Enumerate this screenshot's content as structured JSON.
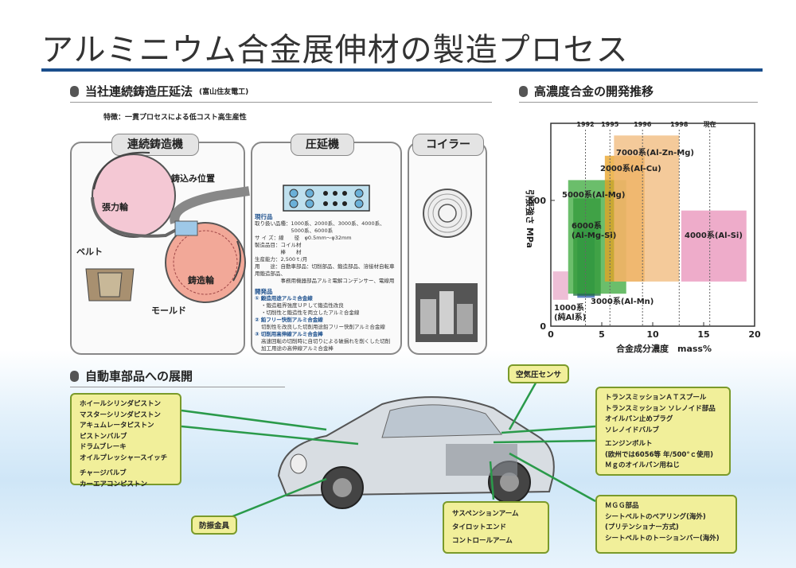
{
  "title": "アルミニウム合金展伸材の製造プロセス",
  "left_section": {
    "heading": "当社連続鋳造圧延法",
    "heading_note": "(富山住友電工)",
    "feature": "特徴：一貫プロセスによる低コスト高生産性",
    "panel_caster": "連続鋳造機",
    "panel_rolling": "圧延機",
    "panel_coiler": "コイラー",
    "label_pour": "鋳込み位置",
    "label_tension": "張力輪",
    "label_belt": "ベルト",
    "label_wheel": "鋳造輪",
    "label_mold": "モールド",
    "products_title": "現行品",
    "products_lines": [
      "取り扱い品種：1000系、2000系、3000系、4000系、",
      "　　　　　　　5000系、6000系",
      "サ イ ズ：線　　径　φ0.5mm～φ32mm",
      "製造品目：コイル材",
      "　　　　　棒　　材",
      "生産能力：2,500ｔ/月",
      "用　　途：自動車部品：切削部品、鍛造部品、溶接材自転車用鍛造部品、",
      "　　　　　事務用機器部品アルミ電解コンデンサー、電線用"
    ],
    "dev_title": "開発品",
    "dev_items": [
      {
        "head": "① 鍛造用途アルミ合金線",
        "lines": [
          "・鍛造粗界強度ＵＰして鍛造性改良",
          "・切削性と鍛造性を両立したアルミ合金線"
        ]
      },
      {
        "head": "② 鉛フリー快削アルミ合金線",
        "lines": [
          "切削性を改良した切削用途鉛フリー快削アルミ合金線"
        ]
      },
      {
        "head": "③ 切削用高伸線アルミ合金棒",
        "lines": [
          "高速回転の切削時に自切りによる破損れを削くした切削",
          "加工用途の高伸線アルミ合金棒"
        ]
      }
    ]
  },
  "right_section": {
    "heading": "高濃度合金の開発推移"
  },
  "chart_data": {
    "type": "area",
    "title": "",
    "xlabel": "合金成分濃度　mass%",
    "ylabel": "引張強さ MPa",
    "xlim": [
      0,
      20
    ],
    "x_ticks": [
      "0",
      "5",
      "10",
      "15",
      "20"
    ],
    "y_ticks": [
      "0",
      "500"
    ],
    "year_markers": [
      "1992",
      "1995",
      "1996",
      "1998",
      "現在"
    ],
    "series": [
      {
        "name": "1000系\n(純Al系)",
        "color": "#e8a8c8"
      },
      {
        "name": "3000系(Al-Mn)",
        "color": "#2a5aa8"
      },
      {
        "name": "6000系\n(Al-Mg-Si)",
        "color": "#1a6a3a"
      },
      {
        "name": "5000系(Al-Mg)",
        "color": "#3aa83a"
      },
      {
        "name": "2000系(Al-Cu)",
        "color": "#e8a020"
      },
      {
        "name": "7000系(Al-Zn-Mg)",
        "color": "#f0b878"
      },
      {
        "name": "4000系(Al-Si)",
        "color": "#e890b8"
      }
    ]
  },
  "lower": {
    "heading": "自動車部品への展開",
    "sensor": "空気圧センサ",
    "anti_vib": "防振金具",
    "left_box": [
      "ホイールシリンダピストン",
      "マスターシリンダピストン",
      "アキュムレータピストン",
      "ピストンバルブ",
      "ドラムブレーキ",
      "オイルプレッシャースイッチ",
      "",
      "チャージバルブ",
      "カーエアコンピストン"
    ],
    "right_box": [
      "トランスミッションＡＴスプール",
      "トランスミッション ソレノイド部品",
      "オイルパン止めプラグ",
      "ソレノイドバルブ",
      "",
      "エンジンボルト",
      "(欧州では6056等 年/500°ｃ使用)",
      "Ｍｇのオイルパン用ねじ"
    ],
    "suspension_box": [
      "サスペンションアーム",
      "タイロットエンド",
      "コントロールアーム"
    ],
    "mgg_box": [
      "ＭＧＧ部品",
      "シートベルトのベアリング(海外)",
      "(プリテンショナー方式)",
      "シートベルトのトーションバー(海外)"
    ]
  }
}
